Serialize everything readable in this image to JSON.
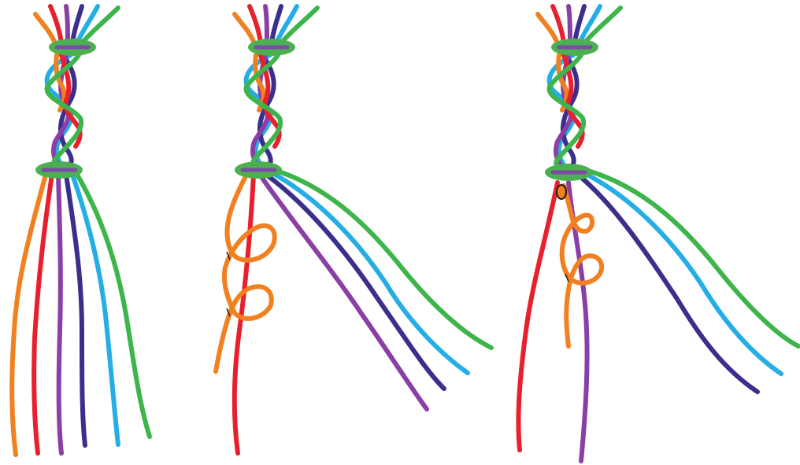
{
  "colors": {
    "orange": "#f08020",
    "red": "#e8202e",
    "purple": "#8a3fa6",
    "navy": "#3a2f8c",
    "sky": "#25aee6",
    "green": "#3db54a",
    "band": "#4cb050",
    "band_core": "#7e4aa8",
    "knot_outline": "#1a1a1a"
  },
  "panels": [
    {
      "step": 1,
      "description_visible": ""
    },
    {
      "step": 2,
      "description_visible": ""
    },
    {
      "step": 3,
      "description_visible": ""
    }
  ]
}
